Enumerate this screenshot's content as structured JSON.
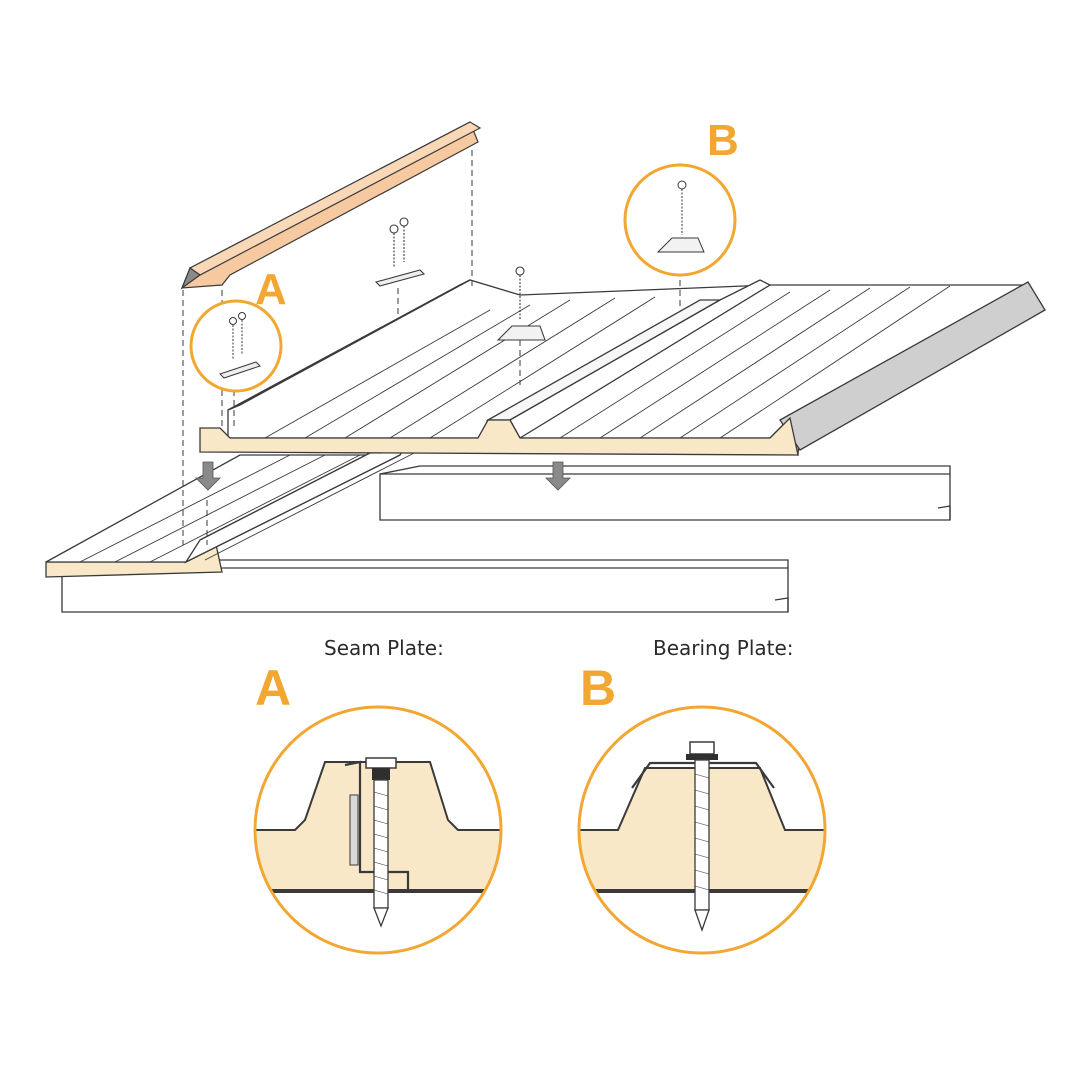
{
  "callouts": {
    "a_top": "A",
    "b_top": "B",
    "a_bottom": "A",
    "b_bottom": "B"
  },
  "captions": {
    "seam_plate": "Seam Plate:",
    "bearing_plate": "Bearing Plate:"
  },
  "colors": {
    "accent": "#F2A732",
    "foam": "#F8E8C7",
    "ridge_cap": "#F6C9A0",
    "line": "#3a3a3a",
    "steel_gray": "#C8C8C8",
    "arrow_gray": "#8A8A8A"
  },
  "icons": [
    "screw-icon",
    "seam-plate-icon",
    "bearing-plate-icon",
    "down-arrow-icon"
  ]
}
